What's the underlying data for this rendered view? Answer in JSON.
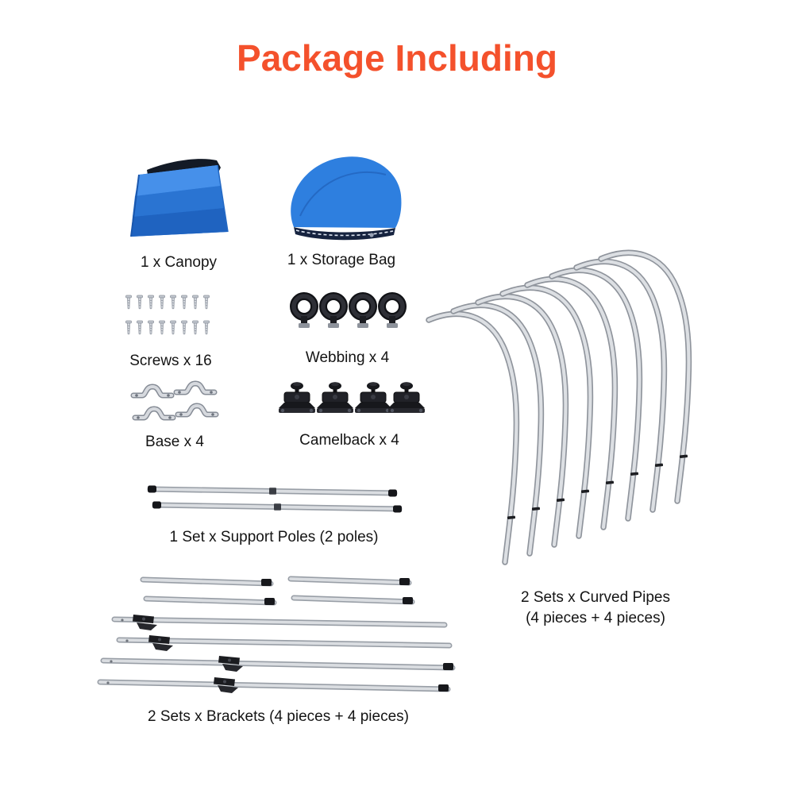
{
  "title": "Package Including",
  "accent_color": "#F4512C",
  "text_color": "#141414",
  "items": {
    "canopy": {
      "label": "1 x Canopy",
      "color": "#2E7FDF"
    },
    "storage_bag": {
      "label": "1 x Storage Bag",
      "color": "#2E7FDF"
    },
    "screws": {
      "label": "Screws x 16",
      "count": 16
    },
    "webbing": {
      "label": "Webbing x 4",
      "count": 4
    },
    "base": {
      "label": "Base x 4",
      "count": 4
    },
    "camelback": {
      "label": "Camelback x 4",
      "count": 4
    },
    "support_poles": {
      "label": "1 Set x Support Poles (2 poles)",
      "count": 2
    },
    "curved_pipes": {
      "label_line1": "2 Sets x Curved Pipes",
      "label_line2": "(4 pieces + 4 pieces)",
      "count": 8
    },
    "brackets": {
      "label": "2 Sets x Brackets (4 pieces + 4 pieces)",
      "count": 8
    }
  }
}
